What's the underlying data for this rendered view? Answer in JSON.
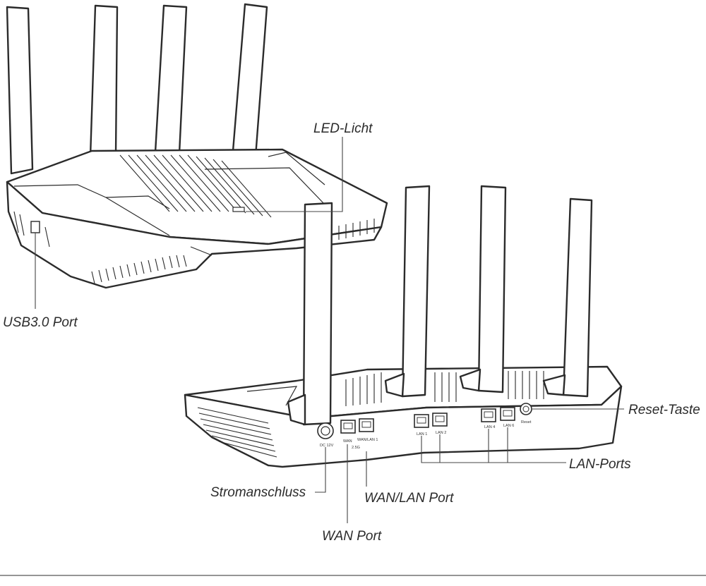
{
  "labels": {
    "led": "LED-Licht",
    "usb": "USB3.0 Port",
    "reset": "Reset-Taste",
    "lan_ports": "LAN-Ports",
    "power": "Stromanschluss",
    "wan_lan": "WAN/LAN Port",
    "wan": "WAN Port"
  },
  "port_markings": {
    "dc": "DC 12V",
    "wan": "WAN",
    "wan_lan_1": "WAN/LAN 1",
    "speed": "2.5G",
    "lan1": "LAN 1",
    "lan2": "LAN 2",
    "lan4": "LAN 4",
    "lan6": "LAN 6",
    "reset": "Reset"
  },
  "colors": {
    "line": "#2b2b2b",
    "background": "#ffffff"
  }
}
